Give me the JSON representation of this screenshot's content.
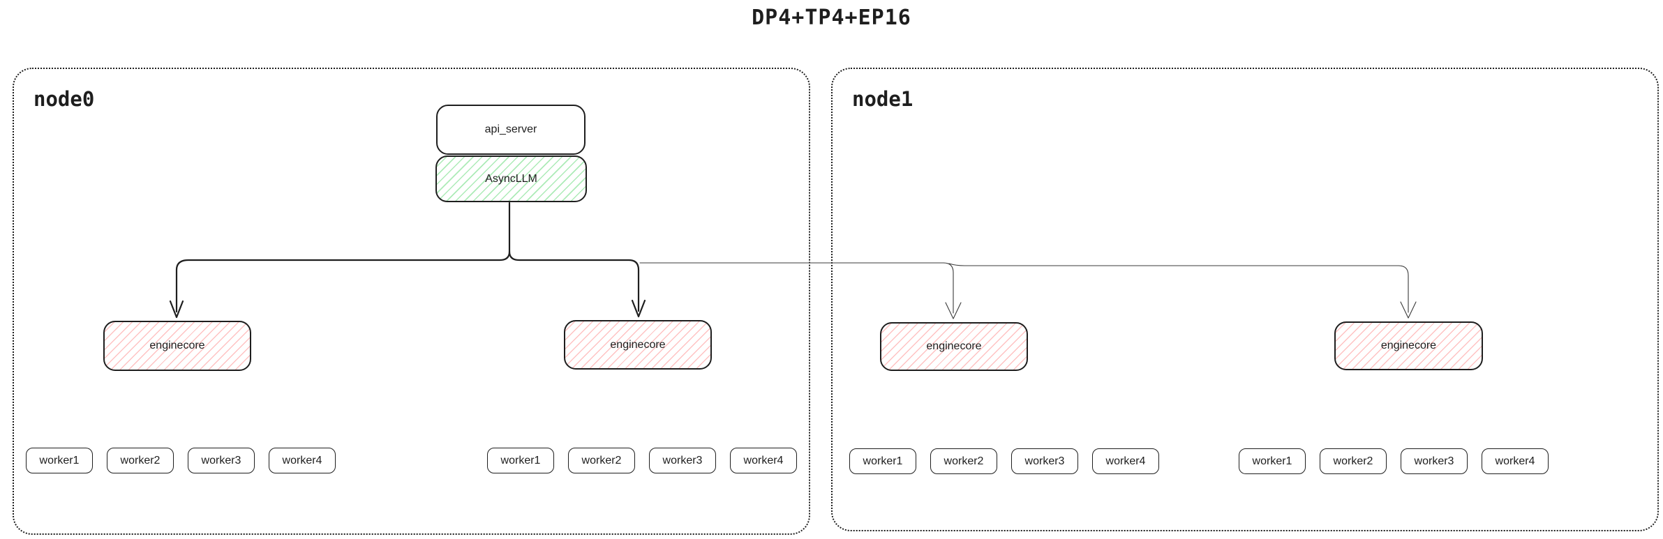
{
  "title": "DP4+TP4+EP16",
  "colors": {
    "stroke": "#1e1e1e",
    "async_llm_hatch": "#69db7c",
    "enginecore_hatch": "#ff8787",
    "box_background": "#ffffff"
  },
  "nodes": [
    {
      "label": "node0"
    },
    {
      "label": "node1"
    }
  ],
  "labels": {
    "api_server": "api_server",
    "async_llm": "AsyncLLM",
    "enginecore": "enginecore"
  },
  "workers": [
    "worker1",
    "worker2",
    "worker3",
    "worker4"
  ]
}
